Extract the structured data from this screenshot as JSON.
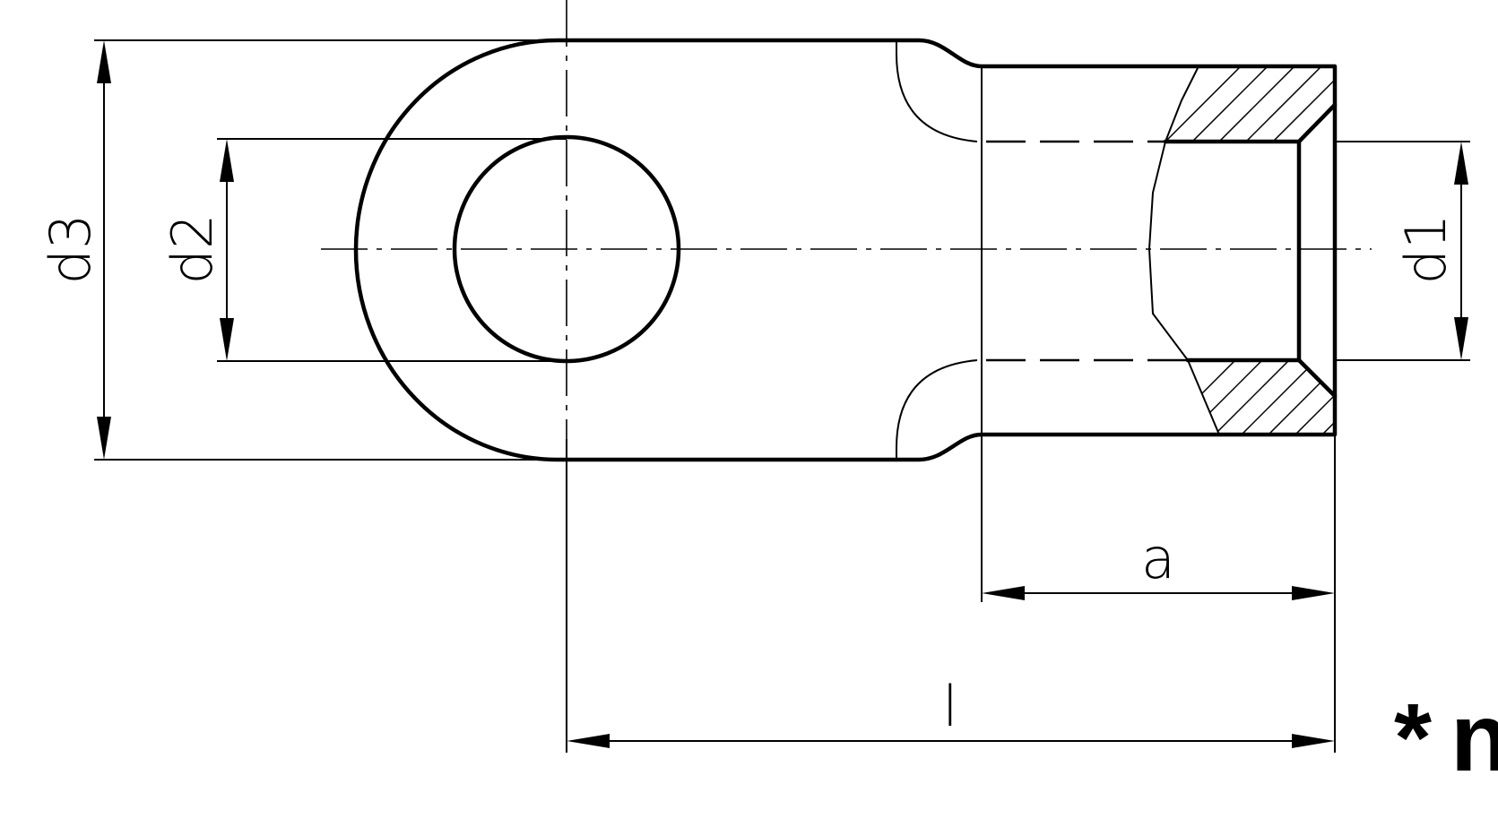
{
  "dimensions": {
    "d3": "d3",
    "d2": "d2",
    "d1": "d1",
    "a": "a",
    "l": "l"
  },
  "note": {
    "prefix": "*",
    "text": "n"
  }
}
